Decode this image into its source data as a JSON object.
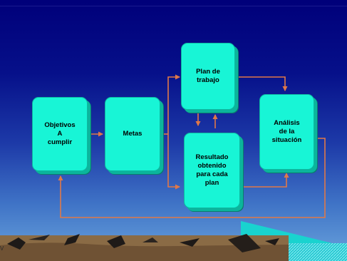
{
  "diagram": {
    "nodes": {
      "objetivos": "Objetivos\nA\ncumplir",
      "metas": "Metas",
      "plan": "Plan de\ntrabajo",
      "resultado": "Resultado\nobtenido\npara cada\nplan",
      "analisis": "Análisis\nde la\nsituación"
    },
    "edges": [
      {
        "from": "objetivos",
        "to": "metas"
      },
      {
        "from": "metas",
        "to": "plan"
      },
      {
        "from": "metas",
        "to": "resultado"
      },
      {
        "from": "plan",
        "to": "resultado"
      },
      {
        "from": "resultado",
        "to": "plan"
      },
      {
        "from": "plan",
        "to": "analisis"
      },
      {
        "from": "resultado",
        "to": "analisis"
      },
      {
        "from": "analisis",
        "to": "objetivos"
      }
    ]
  },
  "colors": {
    "node_fill": "#18f5d6",
    "node_shadow": "#0bb59c",
    "arrow": "#e07848",
    "background_top": "#00007a",
    "background_bottom": "#6aa4dd"
  },
  "footer": {
    "partial_text": "V"
  }
}
